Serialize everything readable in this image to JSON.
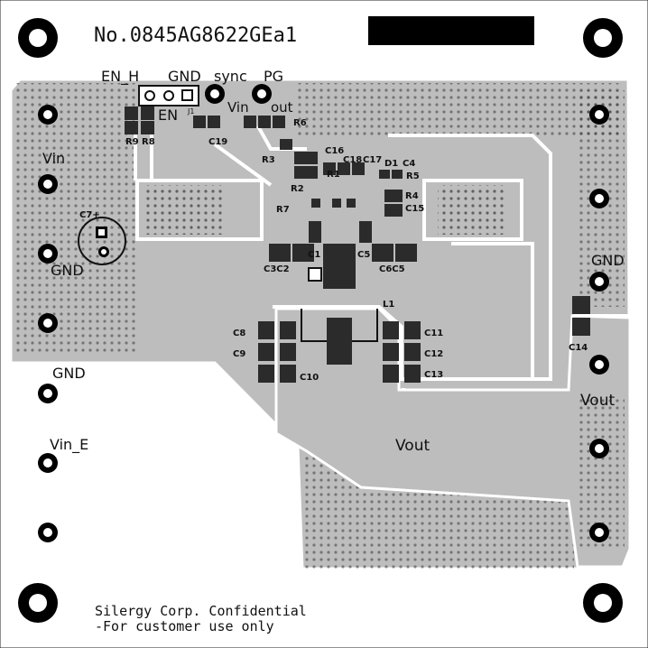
{
  "board": {
    "part_number": "No.0845AG8622GEa1",
    "confidential": "Silergy Corp. Confidential",
    "customer_note": "-For customer use only",
    "colors": {
      "copper": "#bdbdbd",
      "outline": "#ffffff",
      "silkscreen": "#111111",
      "pad": "#2b2b2b"
    }
  },
  "labels": {
    "en_h": "EN_H",
    "gnd_top": "GND",
    "sync": "sync",
    "pg": "PG",
    "en": "EN",
    "j1": "J1",
    "vin_small": "Vin",
    "out_small": "out",
    "vin_left": "Vin",
    "gnd_left": "GND",
    "gnd_lower_left": "GND",
    "vin_e": "Vin_E",
    "gnd_right": "GND",
    "vout_right": "Vout",
    "vout_center": "Vout"
  },
  "components": {
    "r9": "R9",
    "r8": "R8",
    "c19": "C19",
    "r6": "R6",
    "r3": "R3",
    "c16": "C16",
    "r1": "R1",
    "c18": "C18",
    "c17": "C17",
    "d1": "D1",
    "c4": "C4",
    "r5": "R5",
    "r2": "R2",
    "r4": "R4",
    "c15": "C15",
    "r7": "R7",
    "c7": "C7+",
    "c3c2": "C3C2",
    "c1": "C1",
    "c5": "C5",
    "c6c5": "C6C5",
    "l1": "L1",
    "c8": "C8",
    "c9": "C9",
    "c10": "C10",
    "c11": "C11",
    "c12": "C12",
    "c13": "C13",
    "c14": "C14"
  }
}
